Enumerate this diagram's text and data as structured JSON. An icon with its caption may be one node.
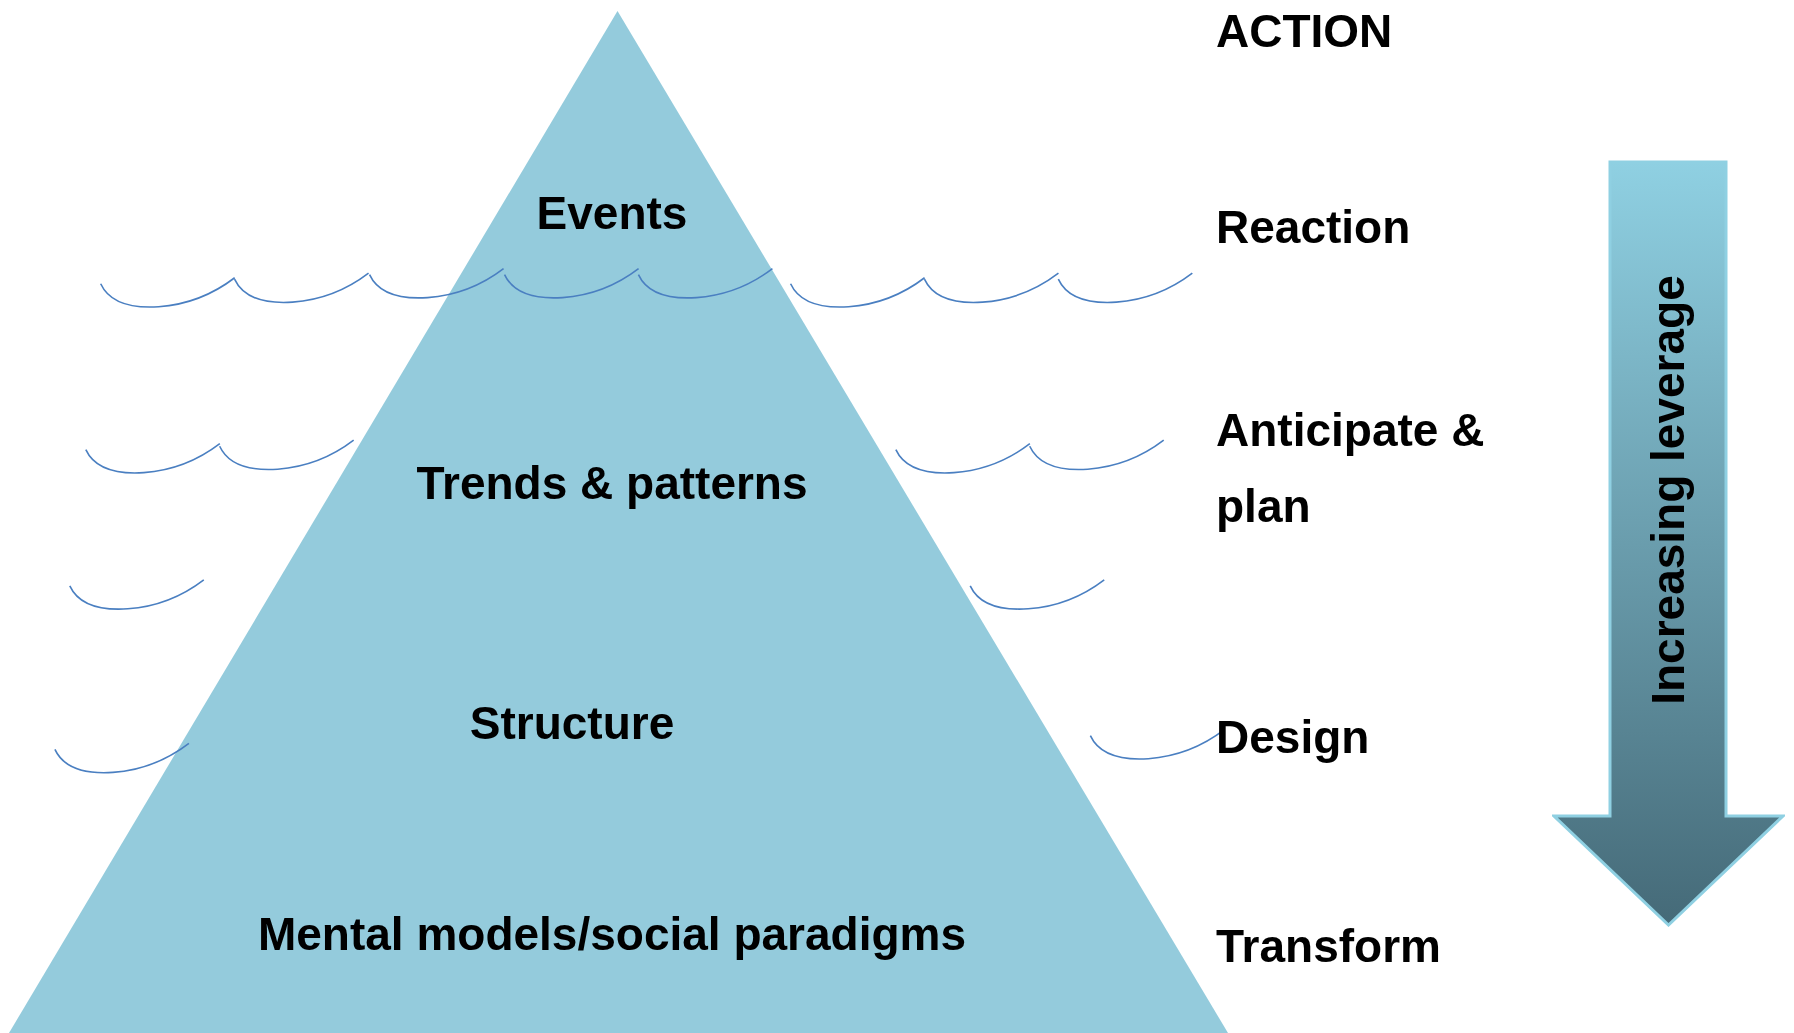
{
  "diagram": {
    "nodes": [
      {
        "text": [
          "Events",
          "Trends & patterns",
          "Structure",
          "Mental models/social paradigms"
        ]
      },
      {
        "text": [
          "Increasing leverage"
        ]
      }
    ],
    "labels": [
      "ACTION",
      "Reaction",
      "Anticipate & plan",
      "Design",
      "Transform"
    ]
  }
}
